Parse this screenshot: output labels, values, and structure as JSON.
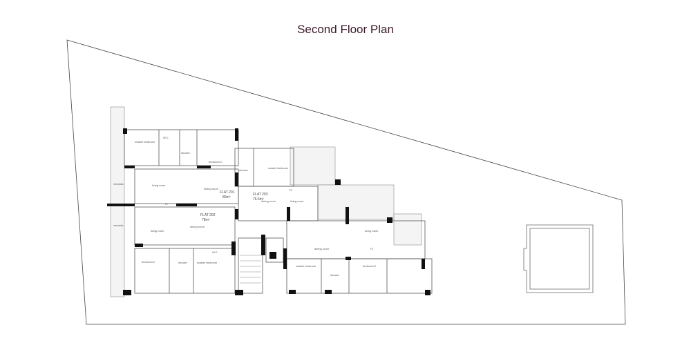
{
  "title": "Second Floor Plan",
  "colors": {
    "title": "#3d1a2a",
    "wall": "#111111",
    "line": "#666666"
  },
  "flats": [
    {
      "name": "FLAT 201",
      "area": "80m²"
    },
    {
      "name": "FLAT 202",
      "area": "78m²"
    },
    {
      "name": "FLAT 203",
      "area": "76.5m²"
    }
  ],
  "rooms": {
    "master_bedroom": "master bedroom",
    "bedroom_2": "bedroom 2",
    "shower": "shower",
    "wc": "W.C.",
    "living_room": "living room",
    "dining_room": "dining room",
    "veranda": "veranda",
    "tv": "TV"
  }
}
